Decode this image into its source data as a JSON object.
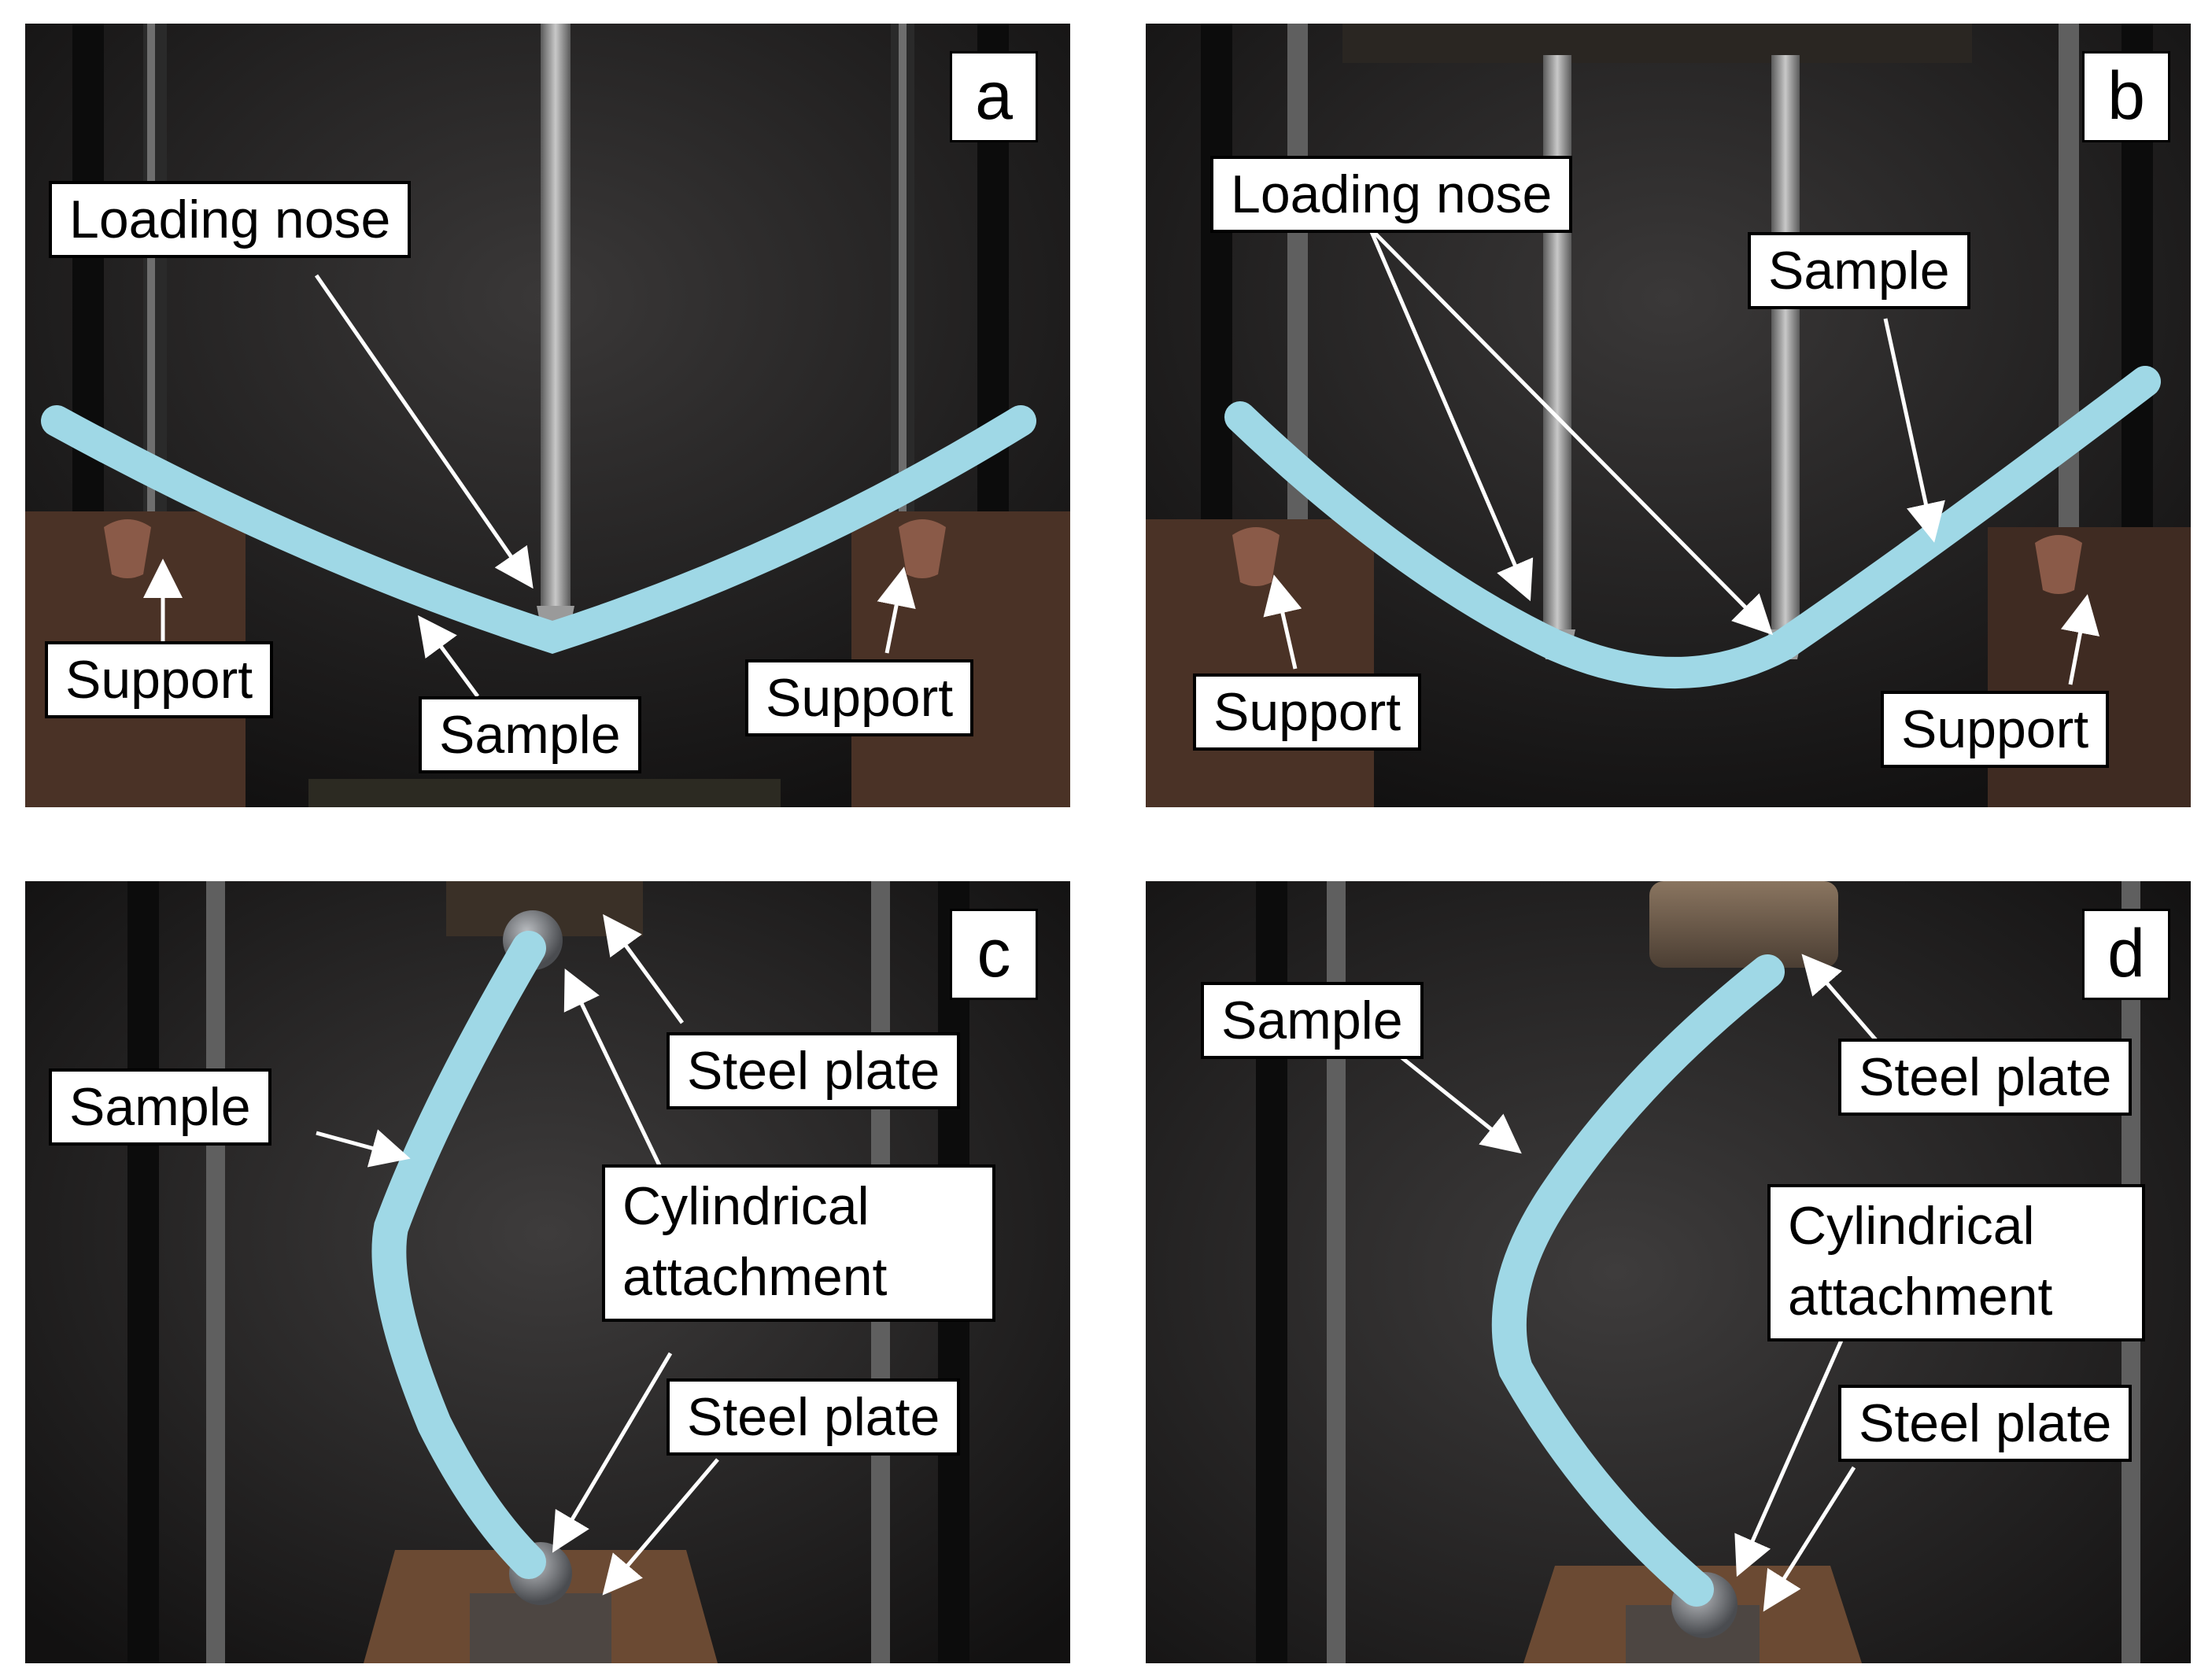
{
  "panels": {
    "a": {
      "letter": "a",
      "loading_nose": "Loading nose",
      "support_left": "Support",
      "support_right": "Support",
      "sample": "Sample"
    },
    "b": {
      "letter": "b",
      "loading_nose": "Loading nose",
      "sample": "Sample",
      "support_left": "Support",
      "support_right": "Support"
    },
    "c": {
      "letter": "c",
      "sample": "Sample",
      "steel_plate_top": "Steel plate",
      "cylindrical_line1": "Cylindrical",
      "cylindrical_line2": "attachment",
      "steel_plate_bottom": "Steel plate"
    },
    "d": {
      "letter": "d",
      "sample": "Sample",
      "steel_plate_top": "Steel plate",
      "cylindrical_line1": "Cylindrical",
      "cylindrical_line2": "attachment",
      "steel_plate_bottom": "Steel plate"
    }
  },
  "colors": {
    "sample": "#9fd8e6",
    "background": "#1b1a1a",
    "rod": "#8c8c8c",
    "support_block": "#4a3226",
    "steel_plate": "#6b5a48"
  }
}
